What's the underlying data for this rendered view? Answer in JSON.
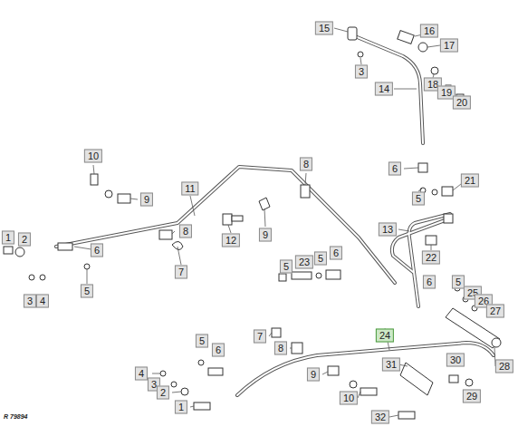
{
  "diagram": {
    "labels": [
      "15",
      "16",
      "17",
      "3",
      "18",
      "19",
      "20",
      "14",
      "10",
      "9",
      "11",
      "8",
      "6",
      "21",
      "5",
      "1",
      "2",
      "8",
      "12",
      "9",
      "13",
      "22",
      "6",
      "7",
      "3",
      "4",
      "5",
      "5",
      "23",
      "5",
      "6",
      "6",
      "5",
      "25",
      "26",
      "27",
      "24",
      "7",
      "8",
      "5",
      "6",
      "4",
      "3",
      "2",
      "1",
      "9",
      "31",
      "30",
      "28",
      "29",
      "10",
      "32",
      "R 79894"
    ]
  }
}
